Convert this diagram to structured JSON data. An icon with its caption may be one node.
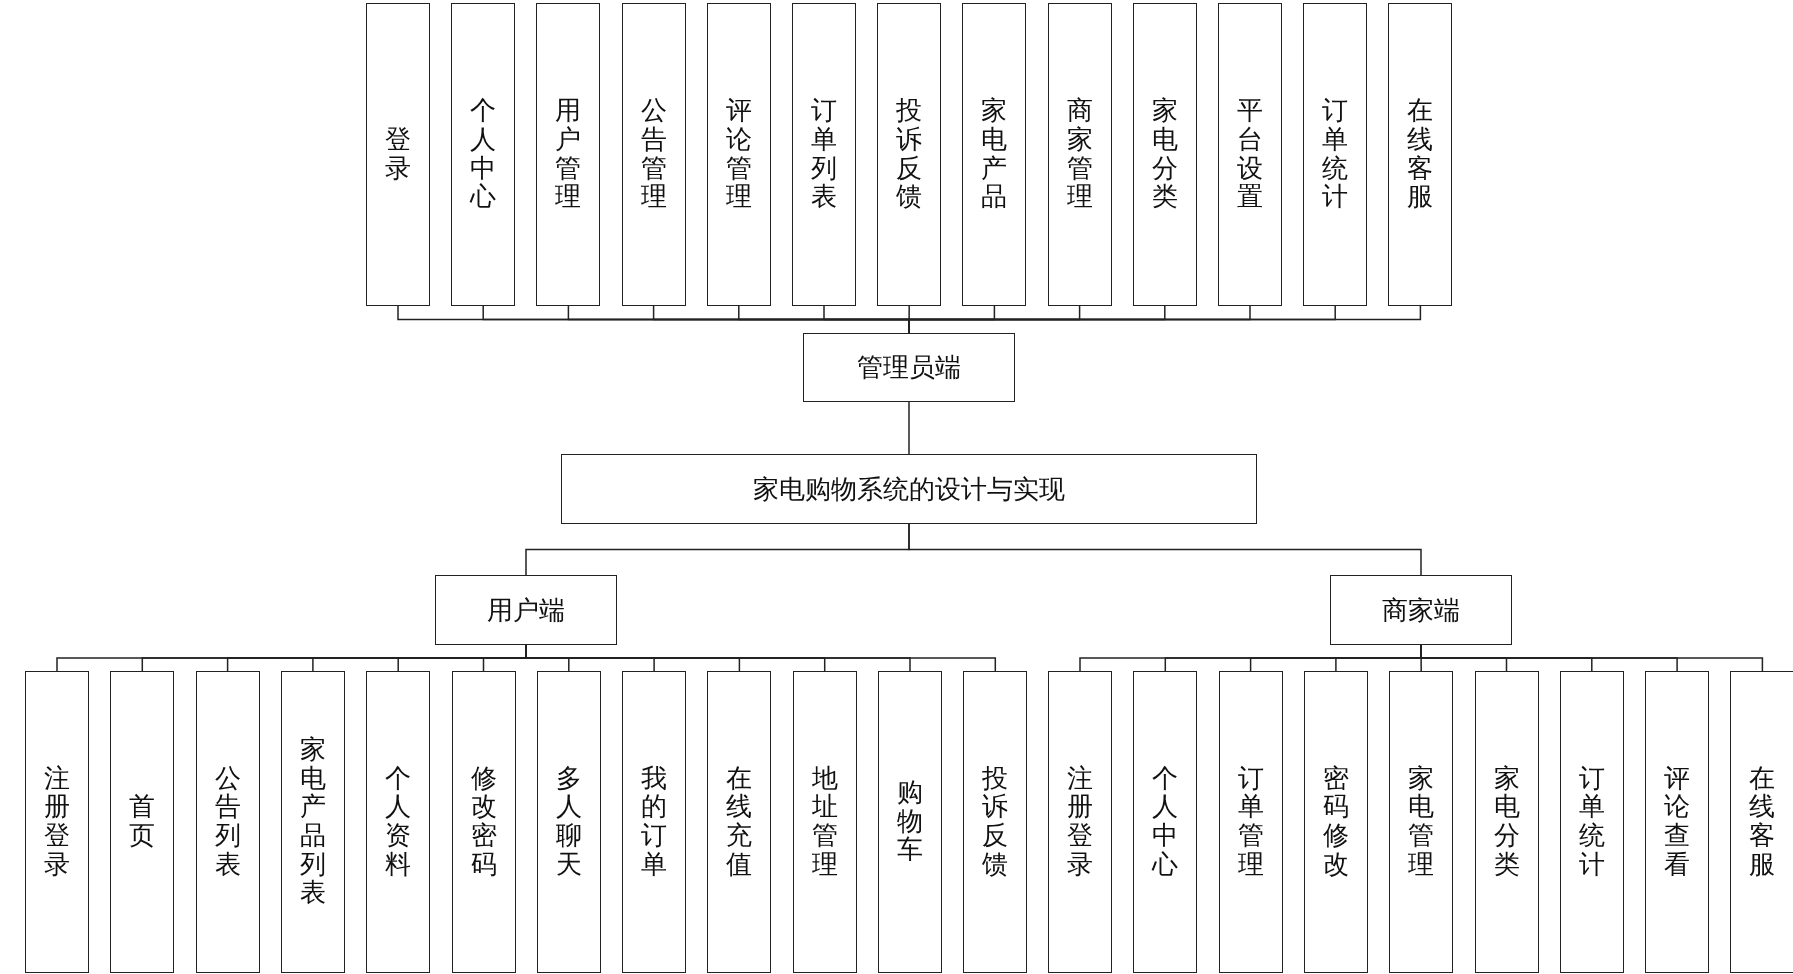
{
  "diagram": {
    "nodes": [
      {
        "text": [
          "登录"
        ]
      },
      {
        "text": [
          "个人中心"
        ]
      },
      {
        "text": [
          "用户管理"
        ]
      },
      {
        "text": [
          "公告管理"
        ]
      },
      {
        "text": [
          "评论管理"
        ]
      },
      {
        "text": [
          "订单列表"
        ]
      },
      {
        "text": [
          "投诉反馈"
        ]
      },
      {
        "text": [
          "家电产品"
        ]
      },
      {
        "text": [
          "商家管理"
        ]
      },
      {
        "text": [
          "家电分类"
        ]
      },
      {
        "text": [
          "平台设置"
        ]
      },
      {
        "text": [
          "订单统计"
        ]
      },
      {
        "text": [
          "在线客服"
        ]
      },
      {
        "text": [
          "管理员端"
        ]
      },
      {
        "text": [
          "家电购物系统的设计与实现"
        ]
      },
      {
        "text": [
          "用户端"
        ]
      },
      {
        "text": [
          "商家端"
        ]
      },
      {
        "text": [
          "注册登录"
        ]
      },
      {
        "text": [
          "首页"
        ]
      },
      {
        "text": [
          "公告列表"
        ]
      },
      {
        "text": [
          "家电产品列表"
        ]
      },
      {
        "text": [
          "个人资料"
        ]
      },
      {
        "text": [
          "修改密码"
        ]
      },
      {
        "text": [
          "多人聊天"
        ]
      },
      {
        "text": [
          "我的订单"
        ]
      },
      {
        "text": [
          "在线充值"
        ]
      },
      {
        "text": [
          "地址管理"
        ]
      },
      {
        "text": [
          "购物车"
        ]
      },
      {
        "text": [
          "投诉反馈"
        ]
      },
      {
        "text": [
          "注册登录"
        ]
      },
      {
        "text": [
          "个人中心"
        ]
      },
      {
        "text": [
          "订单管理"
        ]
      },
      {
        "text": [
          "密码修改"
        ]
      },
      {
        "text": [
          "家电管理"
        ]
      },
      {
        "text": [
          "家电分类"
        ]
      },
      {
        "text": [
          "订单统计"
        ]
      },
      {
        "text": [
          "评论查看"
        ]
      },
      {
        "text": [
          "在线客服"
        ]
      }
    ],
    "edges": [
      {
        "from": 13,
        "to": 0,
        "arrow": "none"
      },
      {
        "from": 13,
        "to": 1,
        "arrow": "none"
      },
      {
        "from": 13,
        "to": 2,
        "arrow": "none"
      },
      {
        "from": 13,
        "to": 3,
        "arrow": "none"
      },
      {
        "from": 13,
        "to": 4,
        "arrow": "none"
      },
      {
        "from": 13,
        "to": 5,
        "arrow": "none"
      },
      {
        "from": 13,
        "to": 6,
        "arrow": "none"
      },
      {
        "from": 13,
        "to": 7,
        "arrow": "none"
      },
      {
        "from": 13,
        "to": 8,
        "arrow": "none"
      },
      {
        "from": 13,
        "to": 9,
        "arrow": "none"
      },
      {
        "from": 13,
        "to": 10,
        "arrow": "none"
      },
      {
        "from": 13,
        "to": 11,
        "arrow": "none"
      },
      {
        "from": 13,
        "to": 12,
        "arrow": "none"
      },
      {
        "from": 14,
        "to": 13,
        "arrow": "none"
      },
      {
        "from": 14,
        "to": 15,
        "arrow": "none"
      },
      {
        "from": 14,
        "to": 16,
        "arrow": "none"
      },
      {
        "from": 15,
        "to": 17,
        "arrow": "none"
      },
      {
        "from": 15,
        "to": 18,
        "arrow": "none"
      },
      {
        "from": 15,
        "to": 19,
        "arrow": "none"
      },
      {
        "from": 15,
        "to": 20,
        "arrow": "none"
      },
      {
        "from": 15,
        "to": 21,
        "arrow": "none"
      },
      {
        "from": 15,
        "to": 22,
        "arrow": "none"
      },
      {
        "from": 15,
        "to": 23,
        "arrow": "none"
      },
      {
        "from": 15,
        "to": 24,
        "arrow": "none"
      },
      {
        "from": 15,
        "to": 25,
        "arrow": "none"
      },
      {
        "from": 15,
        "to": 26,
        "arrow": "none"
      },
      {
        "from": 15,
        "to": 27,
        "arrow": "none"
      },
      {
        "from": 15,
        "to": 28,
        "arrow": "none"
      },
      {
        "from": 16,
        "to": 29,
        "arrow": "none"
      },
      {
        "from": 16,
        "to": 30,
        "arrow": "none"
      },
      {
        "from": 16,
        "to": 31,
        "arrow": "none"
      },
      {
        "from": 16,
        "to": 32,
        "arrow": "none"
      },
      {
        "from": 16,
        "to": 33,
        "arrow": "none"
      },
      {
        "from": 16,
        "to": 34,
        "arrow": "none"
      },
      {
        "from": 16,
        "to": 35,
        "arrow": "none"
      },
      {
        "from": 16,
        "to": 36,
        "arrow": "none"
      },
      {
        "from": 16,
        "to": 37,
        "arrow": "none"
      }
    ]
  }
}
